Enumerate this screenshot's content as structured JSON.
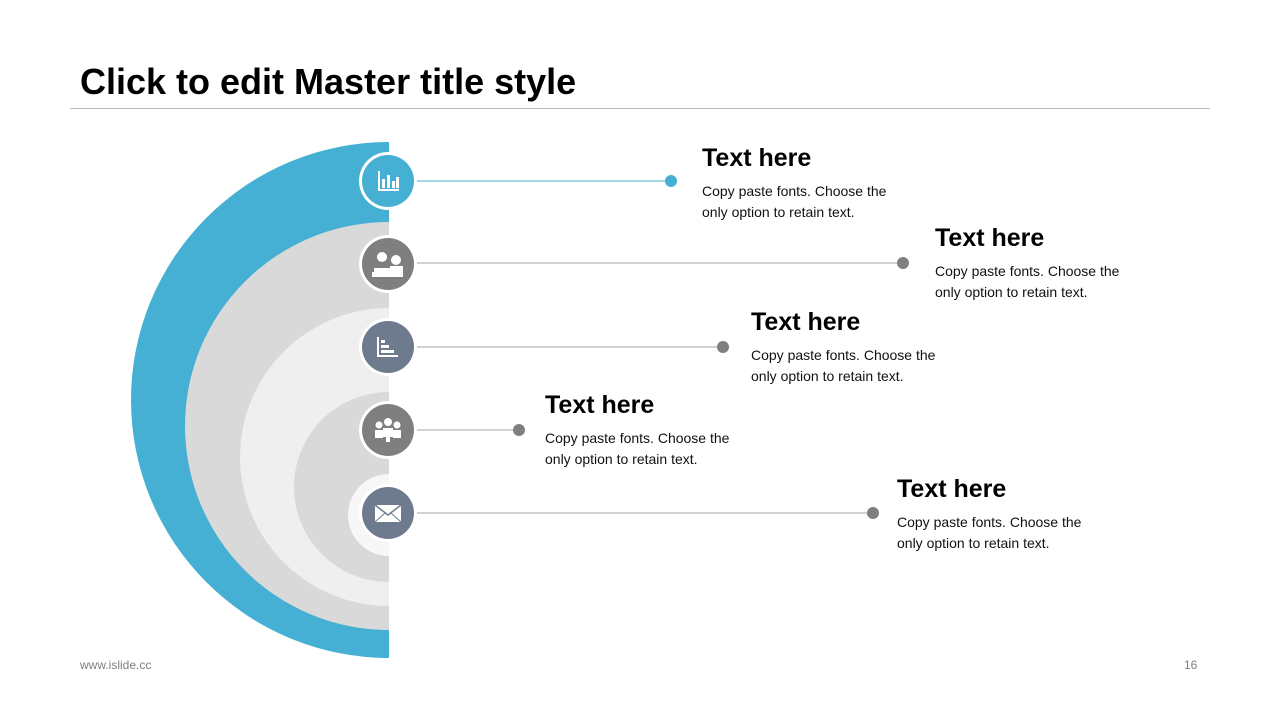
{
  "slide": {
    "title": "Click to edit Master title style",
    "footer_url": "www.islide.cc",
    "page_number": "16"
  },
  "colors": {
    "accent_blue": "#45b0d3",
    "gray_dark": "#7f7f7f",
    "slate": "#6e7a8e"
  },
  "items": [
    {
      "icon": "bar-chart-icon",
      "heading": "Text here",
      "body_line1": "Copy paste fonts. Choose the",
      "body_line2": "only option to retain text."
    },
    {
      "icon": "meeting-icon",
      "heading": "Text here",
      "body_line1": "Copy paste fonts. Choose the",
      "body_line2": "only option to retain text."
    },
    {
      "icon": "step-chart-icon",
      "heading": "Text here",
      "body_line1": "Copy paste fonts. Choose the",
      "body_line2": "only option to retain text."
    },
    {
      "icon": "team-icon",
      "heading": "Text here",
      "body_line1": "Copy paste fonts. Choose the",
      "body_line2": "only option to retain text."
    },
    {
      "icon": "envelope-icon",
      "heading": "Text here",
      "body_line1": "Copy paste fonts. Choose the",
      "body_line2": "only option to retain text."
    }
  ]
}
